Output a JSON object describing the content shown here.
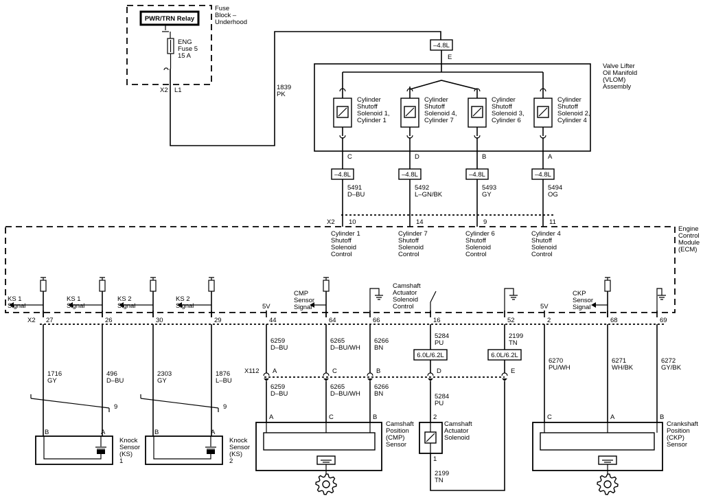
{
  "fuse_block": {
    "title": [
      "Fuse",
      "Block –",
      "Underhood"
    ],
    "relay": "PWR/TRN Relay",
    "fuse": [
      "ENG",
      "Fuse 5",
      "15 A"
    ],
    "connector": "X2",
    "pin": "L1"
  },
  "wires": {
    "pk": [
      "1839",
      "PK"
    ],
    "c5491": [
      "5491",
      "D–BU"
    ],
    "c5492": [
      "5492",
      "L–GN/BK"
    ],
    "c5493": [
      "5493",
      "GY"
    ],
    "c5494": [
      "5494",
      "OG"
    ],
    "ks1a": [
      "1716",
      "GY"
    ],
    "ks1b": [
      "496",
      "D–BU"
    ],
    "ks2a": [
      "2303",
      "GY"
    ],
    "ks2b": [
      "1876",
      "L–BU"
    ],
    "cmp1": [
      "6259",
      "D–BU"
    ],
    "cmp2": [
      "6265",
      "D–BU/WH"
    ],
    "cmp3": [
      "6266",
      "BN"
    ],
    "cmp1b": [
      "6259",
      "D–BU"
    ],
    "cmp2b": [
      "6265",
      "D–BU/WH"
    ],
    "cmp3b": [
      "6266",
      "BN"
    ],
    "act1": [
      "5284",
      "PU"
    ],
    "act1b": [
      "5284",
      "PU"
    ],
    "act2": [
      "2199",
      "TN"
    ],
    "act2b": [
      "2199",
      "TN"
    ],
    "ckp1": [
      "6270",
      "PU/WH"
    ],
    "ckp2": [
      "6271",
      "WH/BK"
    ],
    "ckp3": [
      "6272",
      "GY/BK"
    ]
  },
  "engine_tag": "–4.8L",
  "option_tag": "6.0L/6.2L",
  "vlom": {
    "title": [
      "Valve Lifter",
      "Oil Manifold",
      "(VLOM)",
      "Assembly"
    ],
    "top_pin": "E",
    "solenoids": [
      {
        "label": [
          "Cylinder",
          "Shutoff",
          "Solenoid 1,",
          "Cylinder 1"
        ],
        "pin": "C"
      },
      {
        "label": [
          "Cylinder",
          "Shutoff",
          "Solenoid 4,",
          "Cylinder 7"
        ],
        "pin": "D"
      },
      {
        "label": [
          "Cylinder",
          "Shutoff",
          "Solenoid 3,",
          "Cylinder 6"
        ],
        "pin": "B"
      },
      {
        "label": [
          "Cylinder",
          "Shutoff",
          "Solenoid 2,",
          "Cylinder 4"
        ],
        "pin": "A"
      }
    ]
  },
  "ecm": {
    "title": [
      "Engine",
      "Control",
      "Module",
      "(ECM)"
    ],
    "x2_top": "X2",
    "top_pins": [
      "10",
      "14",
      "9",
      "11"
    ],
    "controls": [
      [
        "Cylinder 1",
        "Shutoff",
        "Solenoid",
        "Control"
      ],
      [
        "Cylinder 7",
        "Shutoff",
        "Solenoid",
        "Control"
      ],
      [
        "Cylinder 6",
        "Shutoff",
        "Solenoid",
        "Control"
      ],
      [
        "Cylinder 4",
        "Shutoff",
        "Solenoid",
        "Control"
      ]
    ],
    "x2_bottom": "X2",
    "bottom_pins": [
      "27",
      "26",
      "30",
      "29",
      "44",
      "64",
      "66",
      "16",
      "52",
      "2",
      "68",
      "69"
    ],
    "ks_signals": [
      [
        "KS 1",
        "Signal"
      ],
      [
        "KS 1",
        "Signal"
      ],
      [
        "KS 2",
        "Signal"
      ],
      [
        "KS 2",
        "Signal"
      ]
    ],
    "v5": "5V",
    "cmp_signal": [
      "CMP",
      "Sensor",
      "Signal"
    ],
    "cam_act": [
      "Camshaft",
      "Actuator",
      "Solenoid",
      "Control"
    ],
    "ckp_signal": [
      "CKP",
      "Sensor",
      "Signal"
    ]
  },
  "x112": {
    "label": "X112",
    "pins": [
      "A",
      "C",
      "B",
      "D",
      "E"
    ]
  },
  "twist": "9",
  "knock1": {
    "pins": [
      "B",
      "A"
    ],
    "label": [
      "Knock",
      "Sensor",
      "(KS)",
      "1"
    ]
  },
  "knock2": {
    "pins": [
      "B",
      "A"
    ],
    "label": [
      "Knock",
      "Sensor",
      "(KS)",
      "2"
    ]
  },
  "cmp_sensor": {
    "pins": [
      "A",
      "C",
      "B"
    ],
    "label": [
      "Camshaft",
      "Position",
      "(CMP)",
      "Sensor"
    ]
  },
  "actuator": {
    "pins": [
      "2",
      "1"
    ],
    "label": [
      "Camshaft",
      "Actuator",
      "Solenoid"
    ]
  },
  "ckp_sensor": {
    "pins": [
      "C",
      "A",
      "B"
    ],
    "label": [
      "Crankshaft",
      "Position",
      "(CKP)",
      "Sensor"
    ]
  }
}
